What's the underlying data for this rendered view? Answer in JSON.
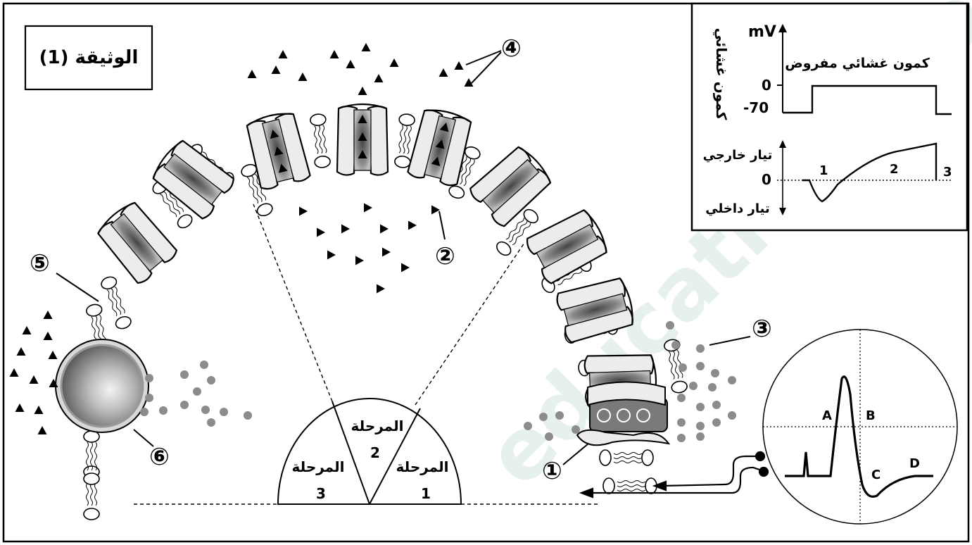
{
  "document_title": "الوثيقة (1)",
  "phases": {
    "word": "المرحلة",
    "one": "1",
    "two": "2",
    "three": "3"
  },
  "markers": {
    "one": "①",
    "two": "②",
    "three": "③",
    "four": "④",
    "five": "⑤",
    "six": "⑥"
  },
  "graph": {
    "y_axis_label": "كمون غشائي",
    "unit": "mV",
    "imposed_label": "كمون غشائي مفروض",
    "tick_zero": "0",
    "tick_minus70": "-70",
    "current_zero": "0",
    "outward_current": "تيار خارجي",
    "inward_current": "تيار داخلي",
    "phase_1": "1",
    "phase_2": "2",
    "phase_3": "3"
  },
  "oscilloscope": {
    "label_a": "A",
    "label_b": "B",
    "label_c": "C",
    "label_d": "D"
  },
  "colors": {
    "ink": "#000000",
    "protein_fill": "#ececec",
    "pore_fill": "#7a7a7a",
    "dot_gray": "#8c8c8c",
    "watermark": "#e3eeec"
  },
  "icons": {
    "triangle_particle": "triangle-particle-icon",
    "circle_particle": "circle-particle-icon"
  }
}
